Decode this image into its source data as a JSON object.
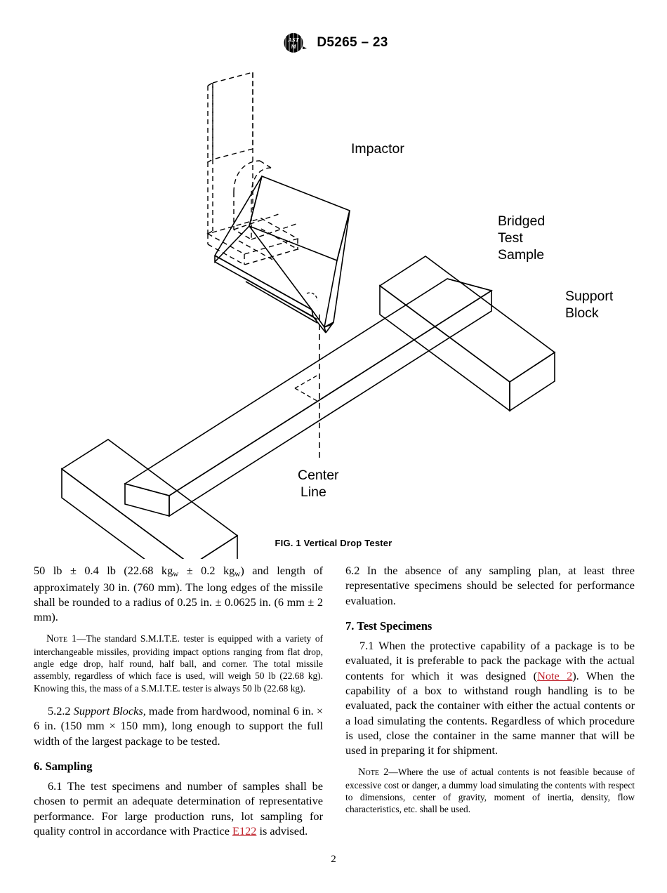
{
  "header": {
    "logo_name": "astm-logo",
    "designation": "D5265 – 23"
  },
  "figure": {
    "caption": "FIG. 1  Vertical Drop Tester",
    "labels": {
      "impactor": "Impactor",
      "bridged_test_sample_line1": "Bridged",
      "bridged_test_sample_line2": "Test",
      "bridged_test_sample_line3": "Sample",
      "support_block_line1": "Support",
      "support_block_line2": "Block",
      "center_line_line1": "Center",
      "center_line_line2": "Line"
    }
  },
  "left_column": {
    "para_missile_continued_a": "50 lb ",
    "para_missile_continued_b": " 0.4 lb (22.68 kg",
    "para_missile_continued_c": " ",
    "para_missile_continued_d": " 0.2 kg",
    "para_missile_continued_e": ") and length of approximately 30 in. (760 mm). The long edges of the missile shall be rounded to a radius of 0.25 in. ",
    "para_missile_continued_f": " 0.0625 in. (6 mm ",
    "para_missile_continued_g": " 2 mm).",
    "note1_lead": "Note 1",
    "note1_text": "—The standard S.M.I.T.E. tester is equipped with a variety of interchangeable missiles, providing impact options ranging from flat drop, angle edge drop, half round, half ball, and corner. The total missile assembly, regardless of which face is used, will weigh 50 lb (22.68 kg). Knowing this, the mass of a S.M.I.T.E. tester is always 50 lb (22.68 kg).",
    "para_522_number": "5.2.2 ",
    "para_522_italic": "Support Blocks,",
    "para_522_rest": " made from hardwood, nominal 6 in. × 6 in. (150 mm × 150 mm), long enough to support the full width of the largest package to be tested.",
    "heading_6": "6.  Sampling",
    "para_61_a": "6.1 The test specimens and number of samples shall be chosen to permit an adequate determination of representative performance. For large production runs, lot sampling for quality control in accordance with Practice ",
    "para_61_xref": "E122",
    "para_61_b": " is advised."
  },
  "right_column": {
    "para_62": "6.2 In the absence of any sampling plan, at least three representative specimens should be selected for performance evaluation.",
    "heading_7": "7.  Test Specimens",
    "para_71_a": "7.1 When the protective capability of a package is to be evaluated, it is preferable to pack the package with the actual contents for which it was designed (",
    "para_71_xref": "Note 2",
    "para_71_b": "). When the capability of a box to withstand rough handling is to be evaluated, pack the container with either the actual contents or a load simulating the contents. Regardless of which procedure is used, close the container in the same manner that will be used in preparing it for shipment.",
    "note2_lead": "Note 2",
    "note2_text": "—Where the use of actual contents is not feasible because of excessive cost or danger, a dummy load simulating the contents with respect to dimensions, center of gravity, moment of inertia, density, flow characteristics, etc. shall be used."
  },
  "footer": {
    "page_number": "2"
  }
}
